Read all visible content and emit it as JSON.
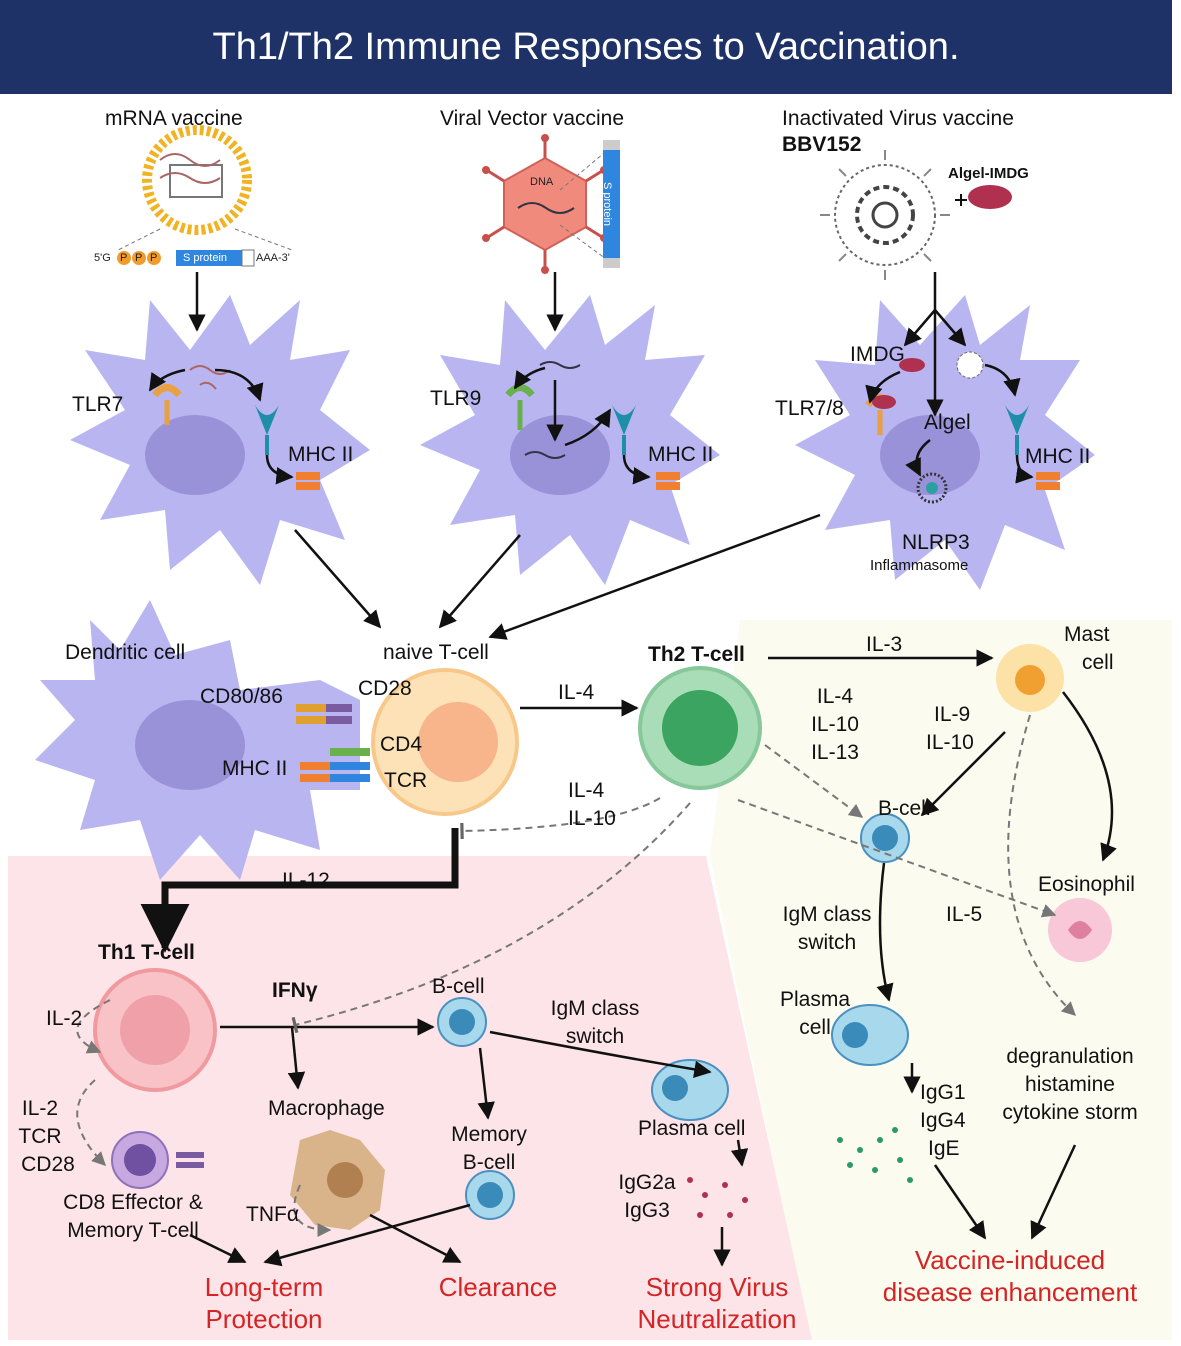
{
  "title": "Th1/Th2 Immune Responses  to Vaccination.",
  "colors": {
    "title_bg": "#1f3268",
    "title_text": "#ffffff",
    "dendritic_cell": "#b8b5f0",
    "naive_t_cell": "#fcd9a8",
    "th2_cell": "#a9ddb8",
    "th1_cell": "#f8c2c6",
    "b_cell": "#a8d8ec",
    "outcome_text": "#d42424",
    "th1_zone": "#fde4e8",
    "th2_zone": "#fbfbf0"
  },
  "vaccines": {
    "mrna": "mRNA vaccine",
    "viral_vector": "Viral Vector vaccine",
    "inactivated": "Inactivated Virus vaccine",
    "bbv152": "BBV152",
    "adjuvant": "Algel-IMDG",
    "five_prime": "5'G",
    "cap": "P",
    "s_protein": "S protein",
    "poly_a": "AAA-3'",
    "dna": "DNA",
    "s_protein_vertical": "S protein"
  },
  "receptors": {
    "tlr7": "TLR7",
    "tlr9": "TLR9",
    "tlr78": "TLR7/8",
    "imdg": "IMDG",
    "algel": "Algel",
    "mhc_ii": "MHC II",
    "nlrp3": "NLRP3",
    "inflammasome": "Inflammasome"
  },
  "synapse": {
    "dendritic_cell": "Dendritic cell",
    "naive_t_cell": "naive T-cell",
    "cd80_86": "CD80/86",
    "cd28": "CD28",
    "cd4": "CD4",
    "mhc_ii": "MHC II",
    "tcr": "TCR"
  },
  "th2": {
    "label": "Th2 T-cell",
    "il4": "IL-4",
    "il3": "IL-3",
    "mast_cell_1": "Mast",
    "mast_cell_2": "cell",
    "cyt_1": "IL-4",
    "cyt_2": "IL-10",
    "cyt_3": "IL-13",
    "il9": "IL-9",
    "il10_mast": "IL-10",
    "feedback_1": "IL-4",
    "feedback_2": "IL-10",
    "b_cell": "B-cell",
    "eosinophil": "Eosinophil",
    "il5": "IL-5",
    "igm_1": "IgM class",
    "igm_2": "switch",
    "plasma_1": "Plasma",
    "plasma_2": "cell",
    "ig_1": "IgG1",
    "ig_2": "IgG4",
    "ig_3": "IgE",
    "degran_1": "degranulation",
    "degran_2": "histamine",
    "degran_3": "cytokine storm",
    "outcome_1": "Vaccine-induced",
    "outcome_2": "disease enhancement"
  },
  "th1": {
    "il12": "IL-12",
    "label": "Th1 T-cell",
    "il2": "IL-2",
    "ifng": "IFNγ",
    "b_cell": "B-cell",
    "igm_1": "IgM class",
    "igm_2": "switch",
    "macrophage": "Macrophage",
    "memory_1": "Memory",
    "memory_2": "B-cell",
    "plasma": "Plasma cell",
    "il2_2": "IL-2",
    "tcr": "TCR",
    "cd28": "CD28",
    "cd8_1": "CD8 Effector &",
    "cd8_2": "Memory T-cell",
    "tnfa": "TNFα",
    "igg_1": "IgG2a",
    "igg_2": "IgG3",
    "outcome_lt_1": "Long-term",
    "outcome_lt_2": "Protection",
    "outcome_cl": "Clearance",
    "outcome_sv_1": "Strong Virus",
    "outcome_sv_2": "Neutralization"
  }
}
